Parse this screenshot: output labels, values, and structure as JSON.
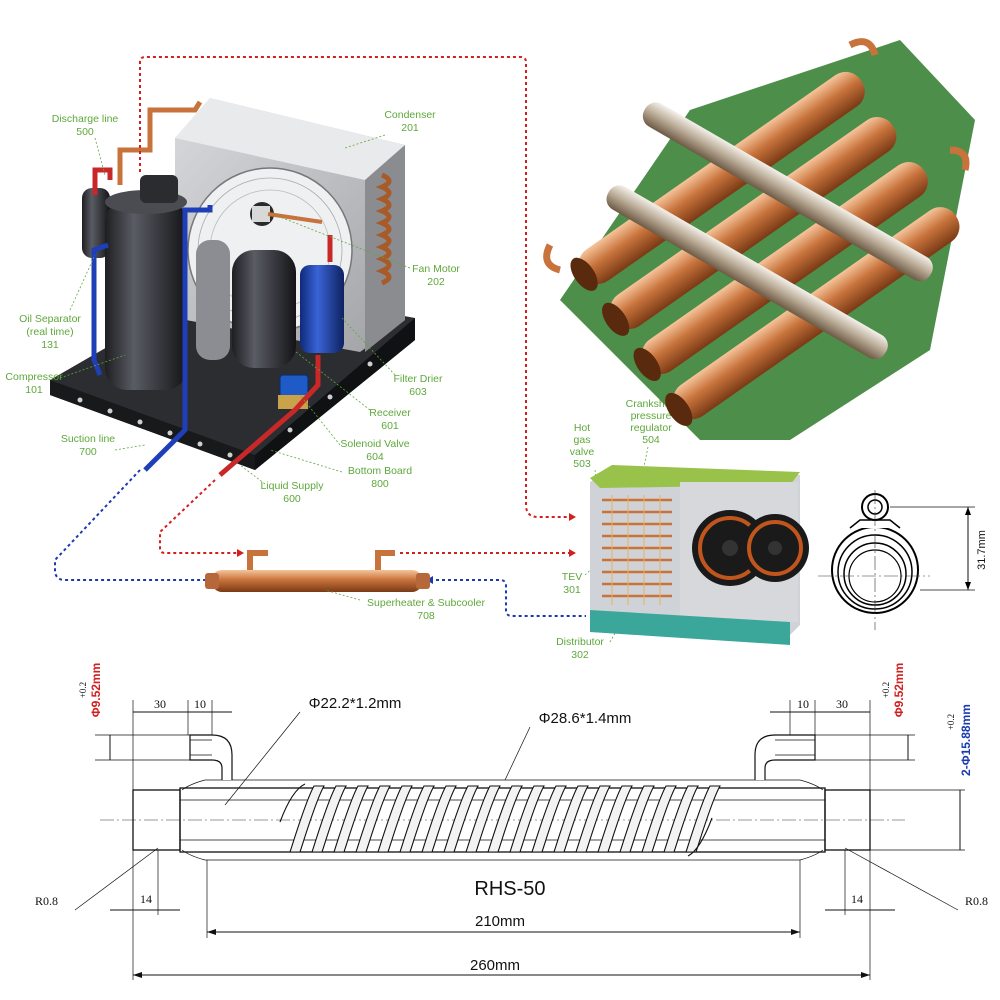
{
  "labels": {
    "discharge_line": {
      "name": "Discharge line",
      "code": "500"
    },
    "condenser": {
      "name": "Condenser",
      "code": "201"
    },
    "fan_motor": {
      "name": "Fan Motor",
      "code": "202"
    },
    "oil_separator": {
      "name1": "Oil Separator",
      "name2": "(real time)",
      "code": "131"
    },
    "compressor": {
      "name": "Compressor",
      "code": "101"
    },
    "suction_line": {
      "name": "Suction line",
      "code": "700"
    },
    "filter_drier": {
      "name": "Filter Drier",
      "code": "603"
    },
    "receiver": {
      "name": "Receiver",
      "code": "601"
    },
    "solenoid_valve": {
      "name": "Solenoid Valve",
      "code": "604"
    },
    "bottom_board": {
      "name": "Bottom Board",
      "code": "800"
    },
    "liquid_supply": {
      "name": "Liquid Supply",
      "code": "600"
    },
    "superheater": {
      "name": "Superheater & Subcooler",
      "code": "708"
    },
    "hot_gas_valve": {
      "l1": "Hot",
      "l2": "gas",
      "l3": "valve",
      "code": "503"
    },
    "crankshaft_regulator": {
      "l1": "Crankshaft",
      "l2": "pressure",
      "l3": "regulator",
      "code": "504"
    },
    "tev": {
      "name": "TEV",
      "code": "301"
    },
    "distributor": {
      "name": "Distributor",
      "code": "302"
    }
  },
  "section_view": {
    "dimension": "31.7mm"
  },
  "drawing": {
    "model": "RHS-50",
    "inner_pipe": "Φ22.2*1.2mm",
    "outer_pipe": "Φ28.6*1.4mm",
    "left_port": "Φ9.52mm",
    "right_port": "Φ9.52mm",
    "port_tolerance": "+0.2",
    "main_ports": "2-Φ15.88mm",
    "main_tolerance": "+0.2",
    "dim_30_left": "30",
    "dim_10_left": "10",
    "dim_10_right": "10",
    "dim_30_right": "30",
    "dim_14_left": "14",
    "dim_14_right": "14",
    "radius_left": "R0.8",
    "radius_right": "R0.8",
    "inner_length": "210mm",
    "total_length": "260mm"
  },
  "colors": {
    "label_green": "#5ea83b",
    "hot_line_red": "#d22020",
    "cold_line_blue": "#1a3bb0",
    "copper": "#c8733c"
  }
}
